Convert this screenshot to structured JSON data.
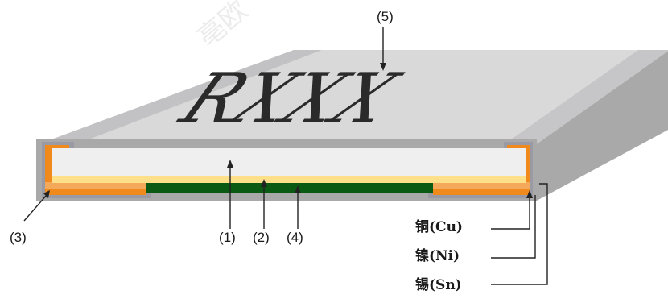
{
  "watermark": "亳欧",
  "marking": "RXXX",
  "callouts": {
    "c1": "(1)",
    "c2": "(2)",
    "c3": "(3)",
    "c4": "(4)",
    "c5": "(5)"
  },
  "terminal_layers": {
    "copper": "铜(Cu)",
    "nickel": "镍(Ni)",
    "tin": "锡(Sn)"
  },
  "colors": {
    "body_top": "#d9d9d9",
    "body_side": "#a9a9a9",
    "ceramic": "#efefef",
    "resistive_layer": "#ffe08a",
    "electrode_cu": "#f08a1c",
    "electrode_ni": "#f4a85a",
    "tin_plating": "#9a9aa4",
    "protective_layer": "#0a5a14"
  }
}
